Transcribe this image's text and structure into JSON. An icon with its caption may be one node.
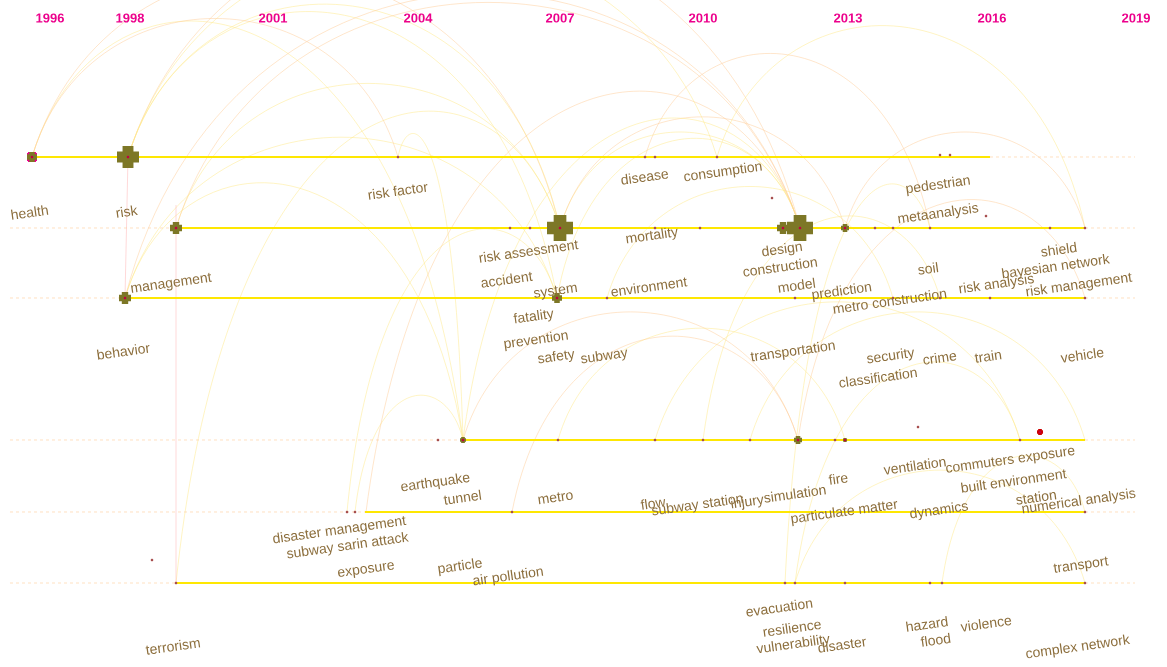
{
  "diagram": {
    "labels": [
      "1996",
      "1998",
      "2001",
      "2004",
      "2007",
      "2010",
      "2013",
      "2016",
      "2019",
      "risk factor",
      "disease",
      "consumption",
      "pedestrian",
      "health",
      "risk",
      "metaanalysis",
      "risk assessment",
      "mortality",
      "design",
      "shield",
      "management",
      "accident",
      "system",
      "environment",
      "construction",
      "model",
      "prediction",
      "soil",
      "risk analysis",
      "bayesian network",
      "risk management",
      "metro construction",
      "fatality",
      "behavior",
      "prevention",
      "safety",
      "subway",
      "transportation",
      "security",
      "crime",
      "train",
      "vehicle",
      "classification",
      "ventilation",
      "commuters exposure",
      "earthquake",
      "fire",
      "built environment",
      "tunnel",
      "metro",
      "flow",
      "injury",
      "simulation",
      "station",
      "subway station",
      "particulate matter",
      "dynamics",
      "numerical analysis",
      "disaster management",
      "subway sarin attack",
      "exposure",
      "particle",
      "air pollution",
      "transport",
      "evacuation",
      "resilience",
      "hazard",
      "violence",
      "terrorism",
      "vulnerability",
      "disaster",
      "flood",
      "complex network"
    ]
  }
}
